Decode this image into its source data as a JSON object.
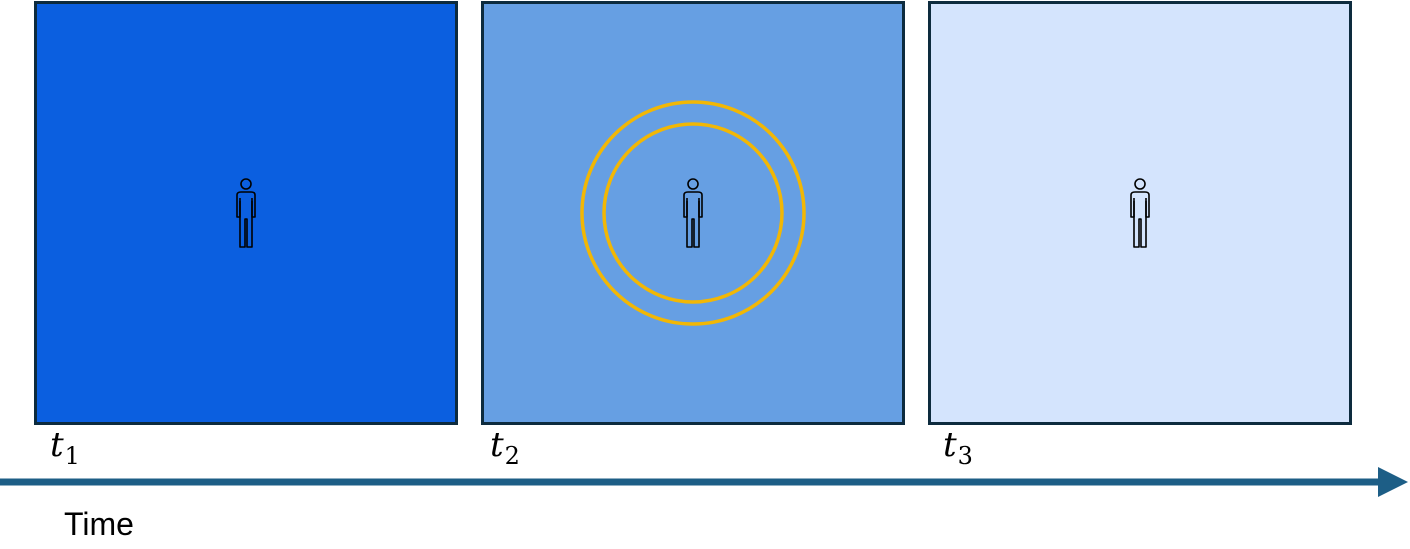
{
  "panels": [
    {
      "fill": "#0b5fe0",
      "label_base": "t",
      "label_sub": "1",
      "has_rings": false
    },
    {
      "fill": "#669fe3",
      "label_base": "t",
      "label_sub": "2",
      "has_rings": true
    },
    {
      "fill": "#d4e4fd",
      "label_base": "t",
      "label_sub": "3",
      "has_rings": false
    }
  ],
  "colors": {
    "border": "#0d2b3e",
    "rings": "#f2b705",
    "axis": "#1d5e86",
    "person_stroke": "#000000"
  },
  "icons": {
    "person": "person-icon",
    "rings": "signal-rings-icon",
    "axis": "arrow-right-icon"
  },
  "axis": {
    "title": "Time"
  }
}
